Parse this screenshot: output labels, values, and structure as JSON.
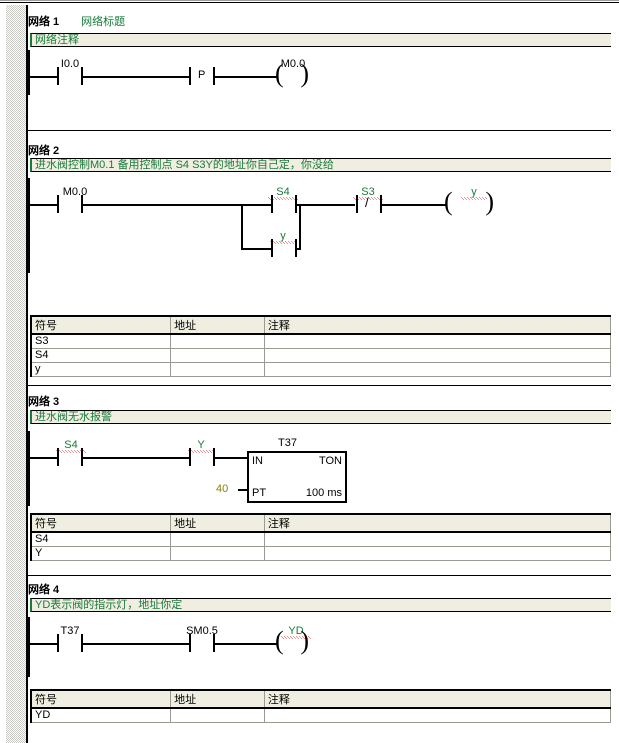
{
  "app": {
    "type": "plc-ladder-editor",
    "language": "LAD",
    "accent_green": "#1a7a3c",
    "comment_bg": "#efeee1",
    "pt_value_color": "#8a8200"
  },
  "table_headers": {
    "symbol": "符号",
    "address": "地址",
    "comment": "注释"
  },
  "networks": [
    {
      "label": "网络",
      "number": "1",
      "title": "网络标题",
      "comment": "网络注释",
      "elements": {
        "contact1": "I0.0",
        "contact2_tag": "P",
        "coil": "M0.0"
      },
      "symbols": []
    },
    {
      "label": "网络",
      "number": "2",
      "title": "",
      "comment": "进水阀控制M0.1 备用控制点 S4 S3Y的地址你自己定，你没给",
      "elements": {
        "contact1": "M0.0",
        "branch_top": "S4",
        "branch_bottom": "y",
        "contact_nc": "S3",
        "nc_slash": "/",
        "coil": "y"
      },
      "symbols": [
        {
          "symbol": "S3",
          "address": "",
          "comment": ""
        },
        {
          "symbol": "S4",
          "address": "",
          "comment": ""
        },
        {
          "symbol": "y",
          "address": "",
          "comment": ""
        }
      ]
    },
    {
      "label": "网络",
      "number": "3",
      "title": "",
      "comment": "进水阀无水报警",
      "elements": {
        "contact1": "S4",
        "contact2": "Y",
        "box_name": "T37",
        "box_in": "IN",
        "box_type": "TON",
        "box_pt": "PT",
        "box_timebase": "100 ms",
        "pt_value": "40"
      },
      "symbols": [
        {
          "symbol": "S4",
          "address": "",
          "comment": ""
        },
        {
          "symbol": "Y",
          "address": "",
          "comment": ""
        }
      ]
    },
    {
      "label": "网络",
      "number": "4",
      "title": "",
      "comment": "YD表示阀的指示灯，地址你定",
      "elements": {
        "contact1": "T37",
        "contact2": "SM0.5",
        "coil": "YD"
      },
      "symbols": [
        {
          "symbol": "YD",
          "address": "",
          "comment": ""
        }
      ]
    }
  ]
}
